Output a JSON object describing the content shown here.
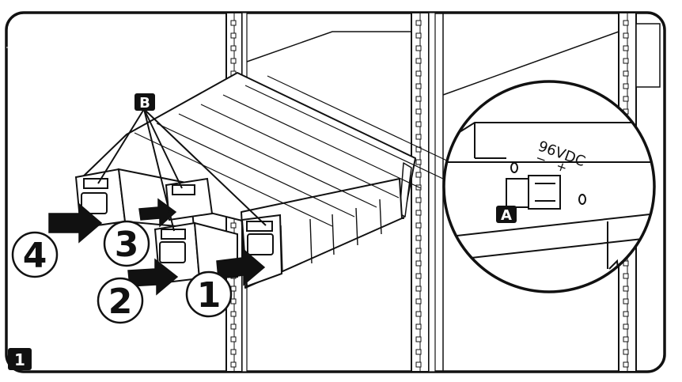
{
  "figure": {
    "step_number": "1",
    "callout_a": "A",
    "callout_b": "B",
    "voltage_label": "96VDC",
    "polarity_minus": "−",
    "polarity_plus": "+",
    "module_numbers": [
      "1",
      "2",
      "3",
      "4"
    ]
  },
  "colors": {
    "ink": "#111111",
    "paper": "#ffffff",
    "tag_fill": "#111111"
  }
}
